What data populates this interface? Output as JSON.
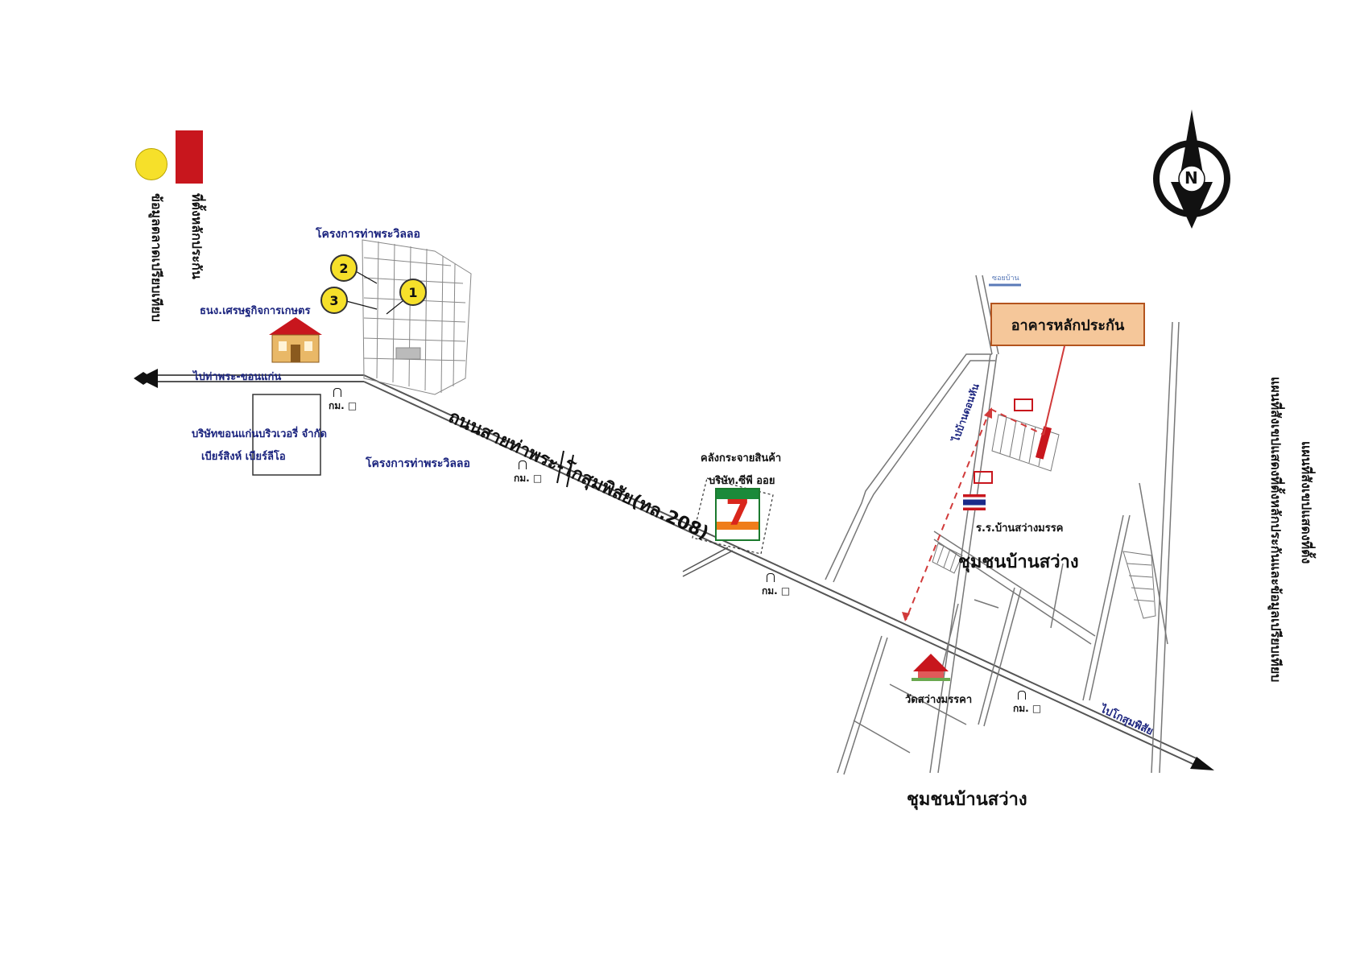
{
  "legend": {
    "items": [
      {
        "icon": "red-rectangle-icon",
        "color": "#c8161d",
        "label": "ที่ตั้งหลักประกัน"
      },
      {
        "icon": "yellow-circle-icon",
        "color": "#f6e02a",
        "label": "ข้อมูลตลาดเปรียบเทียบ"
      }
    ]
  },
  "side_title": {
    "line1": "แผนที่สังเขปแสดงที่ตั้งหลักประกันและข้อมูลเปรียบเทียบ",
    "line2": "แผนที่สังเขปแสดงที่ตั้ง"
  },
  "labels": {
    "housing_project_top": "โครงการท่าพระวิลลอ",
    "housing_project_bottom": "โครงการท่าพระวิลลอ",
    "bank": "ธนง.เศรษฐกิจการเกษตร",
    "to_tha_phra": "ไปท่าพระ-ขอนแก่น",
    "company_line1": "บริษัทขอนแก่นบริวเวอรี่ จำกัด",
    "company_line2": "เบียร์สิงห์ เบียร์ลีโอ",
    "highway": "ถนนสายท่าพระ-โกสุมพิสัย(ทล.208)",
    "warehouse_line1": "คลังกระจายสินค้า",
    "warehouse_line2": "บริษัท.ซีพี ออย",
    "collateral_building": "อาคารหลักประกัน",
    "school": "ร.ร.บ้านสว่างมรรค",
    "community_upper": "ชุมชนบ้านสว่าง",
    "community_lower": "ชุมชนบ้านสว่าง",
    "temple": "วัดสว่างมรรคา",
    "to_kosum": "ไปโกสุมพิสัย",
    "to_ban": "ไปบ้านดอนหัน",
    "small_sign": "ซอยบ้าน",
    "km_label": "กม."
  },
  "markers": [
    "1",
    "2",
    "3"
  ],
  "compass": {
    "label": "N"
  },
  "icons": {
    "bank_building": "bank-building-icon",
    "temple": "temple-icon",
    "seven_eleven": "seven-eleven-icon",
    "flag": "thai-flag-icon",
    "compass": "north-arrow-icon"
  },
  "colors": {
    "road": "#555555",
    "collateral": "#c8161d",
    "comparison": "#f6e02a",
    "callout_fill": "#f5c79a",
    "navy_text": "#1a237e"
  }
}
